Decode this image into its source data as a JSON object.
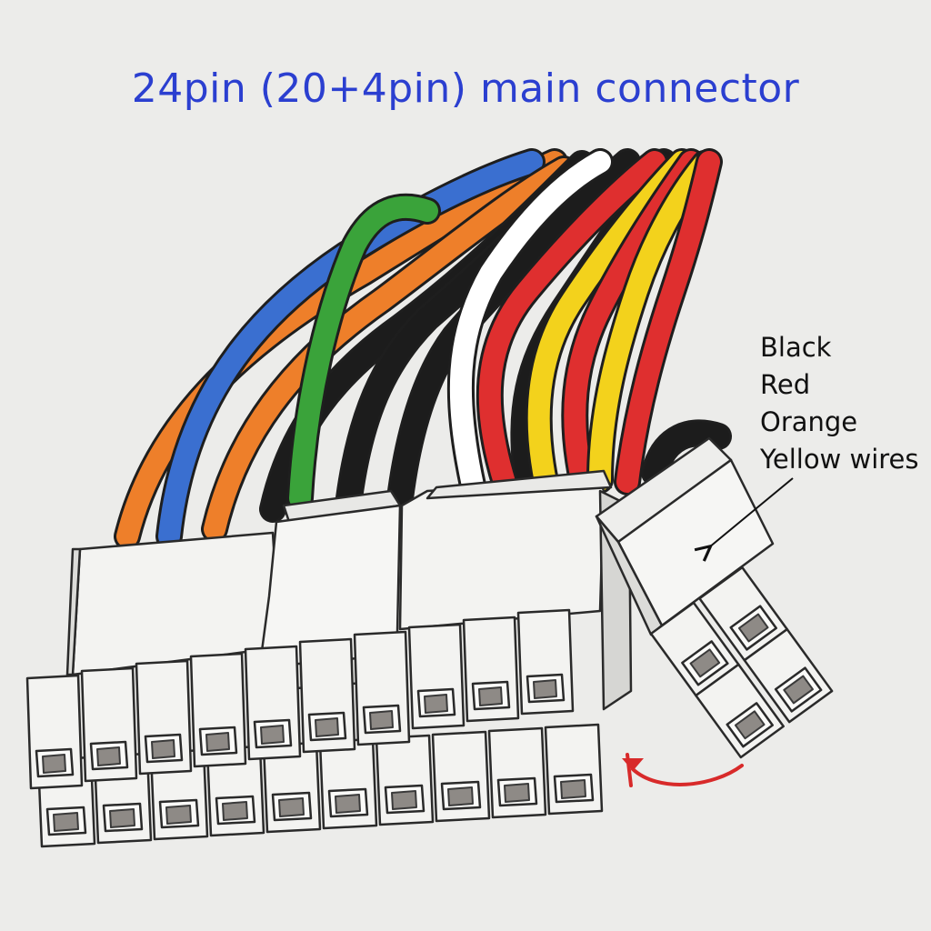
{
  "title": "24pin (20+4pin) main connector",
  "callout": {
    "lines": [
      "Black",
      "Red",
      "Orange",
      "Yellow wires"
    ]
  },
  "colors": {
    "title": "#2b3fd0",
    "wire_blue": "#3a6fd0",
    "wire_orange": "#ee7f2a",
    "wire_green": "#3aa33a",
    "wire_white": "#ffffff",
    "wire_black": "#1c1c1c",
    "wire_red": "#df2f2f",
    "wire_yellow": "#f3d21c",
    "connector_body": "#f3f3f1",
    "pin_socket": "#8e8a86",
    "rotate_arrow": "#d82a2a"
  },
  "icons": {
    "rotate_arrow": "curved-rotate-arrow-icon",
    "pointer_arrow": "pointer-arrow-icon"
  }
}
